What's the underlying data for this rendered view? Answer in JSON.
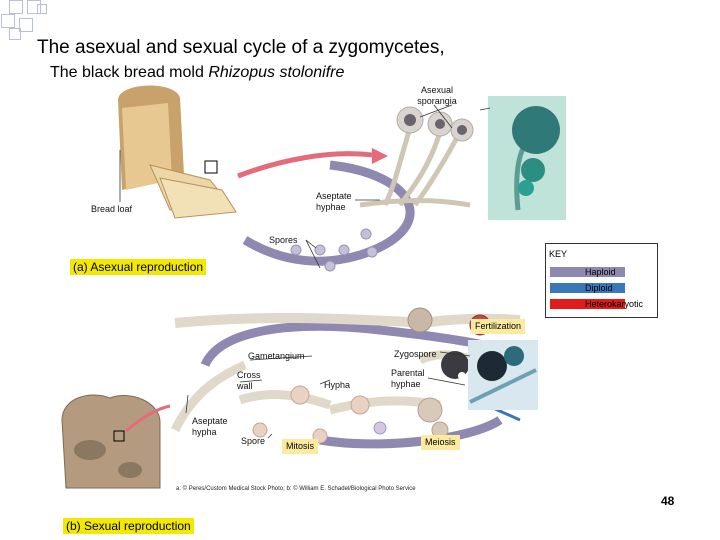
{
  "title": {
    "line1": "The asexual and sexual cycle of a zygomycetes,",
    "line2_prefix": "The black bread mold ",
    "line2_species": "Rhizopus stolonifre"
  },
  "labels": {
    "asexual_sporangia_1": "Asexual",
    "asexual_sporangia_2": "sporangia",
    "bread_loaf": "Bread loaf",
    "aseptate_hyphae_1": "Aseptate",
    "aseptate_hyphae_2": "hyphae",
    "spores": "Spores",
    "asexual_section": "(a) Asexual reproduction",
    "fertilization": "Fertilization",
    "gametangium": "Gametangium",
    "zygospore": "Zygospore",
    "cross_wall_1": "Cross",
    "cross_wall_2": "wall",
    "hypha": "Hypha",
    "parental_hyphae_1": "Parental",
    "parental_hyphae_2": "hyphae",
    "aseptate_hypha_1": "Aseptate",
    "aseptate_hypha_2": "hypha",
    "spore": "Spore",
    "mitosis": "Mitosis",
    "meiosis": "Meiosis",
    "sexual_section": "(b) Sexual reproduction"
  },
  "key": {
    "title": "KEY",
    "items": [
      {
        "label": "Haploid",
        "color": "#8f88b0"
      },
      {
        "label": "Diploid",
        "color": "#3a77b8"
      },
      {
        "label": "Heterokaryotic",
        "color": "#e01b1b"
      }
    ]
  },
  "credit": "a: © Peres/Custom Medical Stock Photo; b: © William E. Schadel/Biological Photo Service",
  "page_number": "48"
}
